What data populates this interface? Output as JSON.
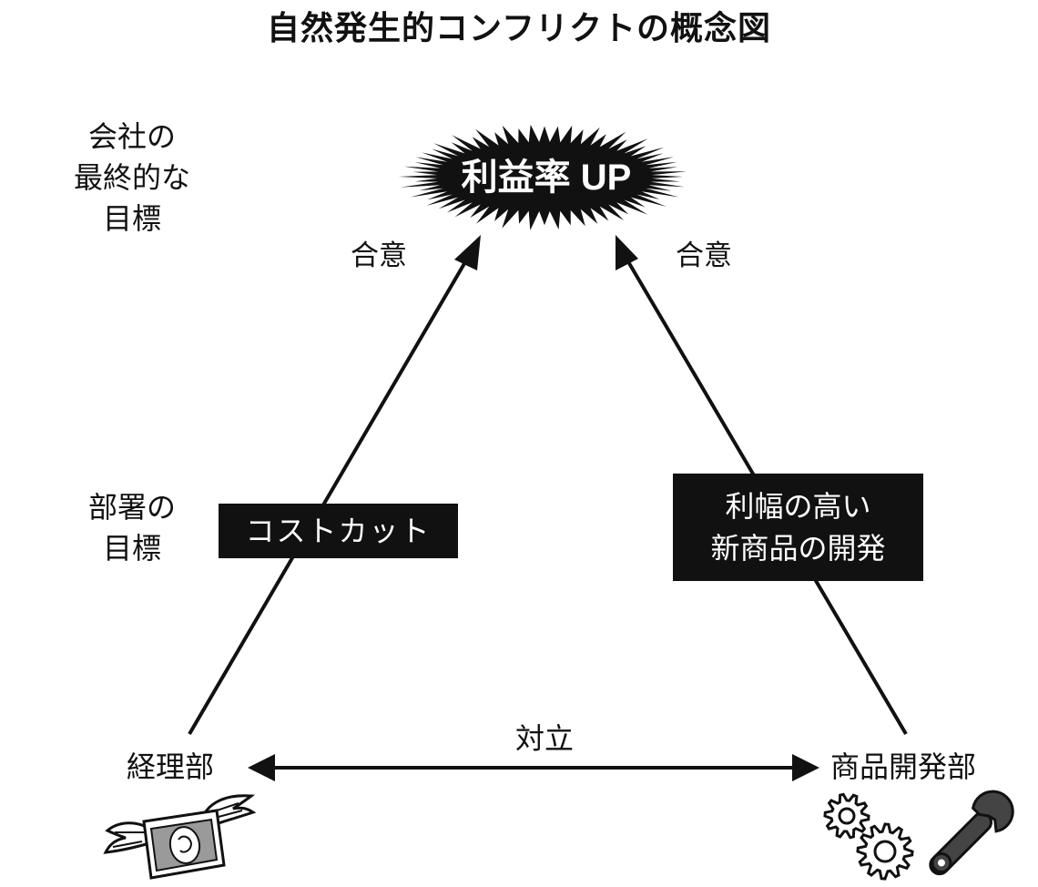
{
  "title": "自然発生的コンフリクトの概念図",
  "goal_levels": {
    "company": "会社の\n最終的な\n目標",
    "department": "部署の\n目標"
  },
  "goal_burst": {
    "label": "利益率 UP"
  },
  "agreement_left": "合意",
  "agreement_right": "合意",
  "departments": {
    "accounting": {
      "name": "経理部",
      "goal": "コストカット"
    },
    "product_dev": {
      "name": "商品開発部",
      "goal": "利幅の高い\n新商品の開発"
    }
  },
  "conflict_label": "対立",
  "icons": {
    "accounting": "winged-money-icon",
    "product_dev": "gears-wrench-icon"
  },
  "colors": {
    "ink": "#111111",
    "paper": "#ffffff",
    "icon_gray": "#9a9a9a"
  }
}
